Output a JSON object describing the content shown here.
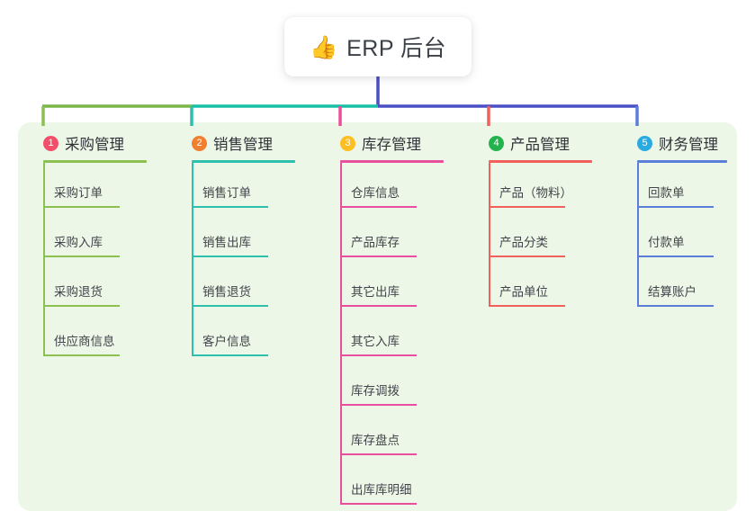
{
  "diagram": {
    "type": "mindmap",
    "root": {
      "icon": "thumbs-up-emoji",
      "emoji": "👍",
      "title": "ERP 后台"
    },
    "panel_color": "#edf7e7",
    "trunk_color": "#4a4fc4",
    "trunk_segments": [
      {
        "name": "left-segment",
        "color": "#7ab648"
      },
      {
        "name": "mid-segment",
        "color": "#17bfa6"
      },
      {
        "name": "right-segment",
        "color": "#4a4fc4"
      }
    ],
    "branches": [
      {
        "number": "1",
        "title": "采购管理",
        "color": "#8cc152",
        "badge_color": "#f2506a",
        "items": [
          "采购订单",
          "采购入库",
          "采购退货",
          "供应商信息"
        ]
      },
      {
        "number": "2",
        "title": "销售管理",
        "color": "#2cc0ad",
        "badge_color": "#f0802f",
        "items": [
          "销售订单",
          "销售出库",
          "销售退货",
          "客户信息"
        ]
      },
      {
        "number": "3",
        "title": "库存管理",
        "color": "#e84f9c",
        "badge_color": "#fdbe22",
        "items": [
          "仓库信息",
          "产品库存",
          "其它出库",
          "其它入库",
          "库存调拨",
          "库存盘点",
          "出库库明细"
        ]
      },
      {
        "number": "4",
        "title": "产品管理",
        "color": "#f1605a",
        "badge_color": "#22b34c",
        "items": [
          "产品（物料）",
          "产品分类",
          "产品单位"
        ]
      },
      {
        "number": "5",
        "title": "财务管理",
        "color": "#5b7ed8",
        "badge_color": "#29abe2",
        "items": [
          "回款单",
          "付款单",
          "结算账户"
        ]
      }
    ]
  }
}
